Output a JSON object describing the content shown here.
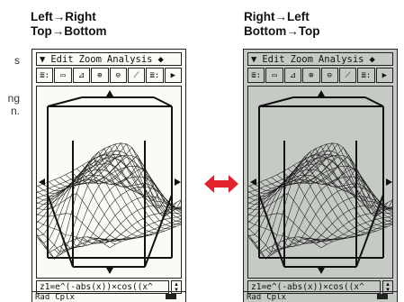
{
  "edge_text": [
    "s",
    "",
    "",
    "ng",
    "n."
  ],
  "headings": {
    "left": {
      "line1": "Left",
      "line1b": "Right",
      "line2": "Top",
      "line2b": "Bottom",
      "arrow": "→"
    },
    "right": {
      "line1": "Right",
      "line1b": "Left",
      "line2": "Bottom",
      "line2b": "Top",
      "arrow": "→"
    }
  },
  "calculator": {
    "menu": {
      "dropdown_glyph": "▼",
      "items": [
        "Edit",
        "Zoom",
        "Analysis"
      ],
      "end_glyph": "◆"
    },
    "toolbar": [
      "≣:",
      "▭",
      "⊿",
      "⊕",
      "⊖",
      "⟋",
      "≣:",
      "▶"
    ],
    "formula": "z1=e^(-abs(x))×cos((x^",
    "status": {
      "angle": "Rad",
      "mode": "Cplx"
    }
  },
  "colors": {
    "swap_arrow": "#e2232b",
    "screen_light": "#fbfbf6",
    "screen_gray": "#c6cac5"
  }
}
